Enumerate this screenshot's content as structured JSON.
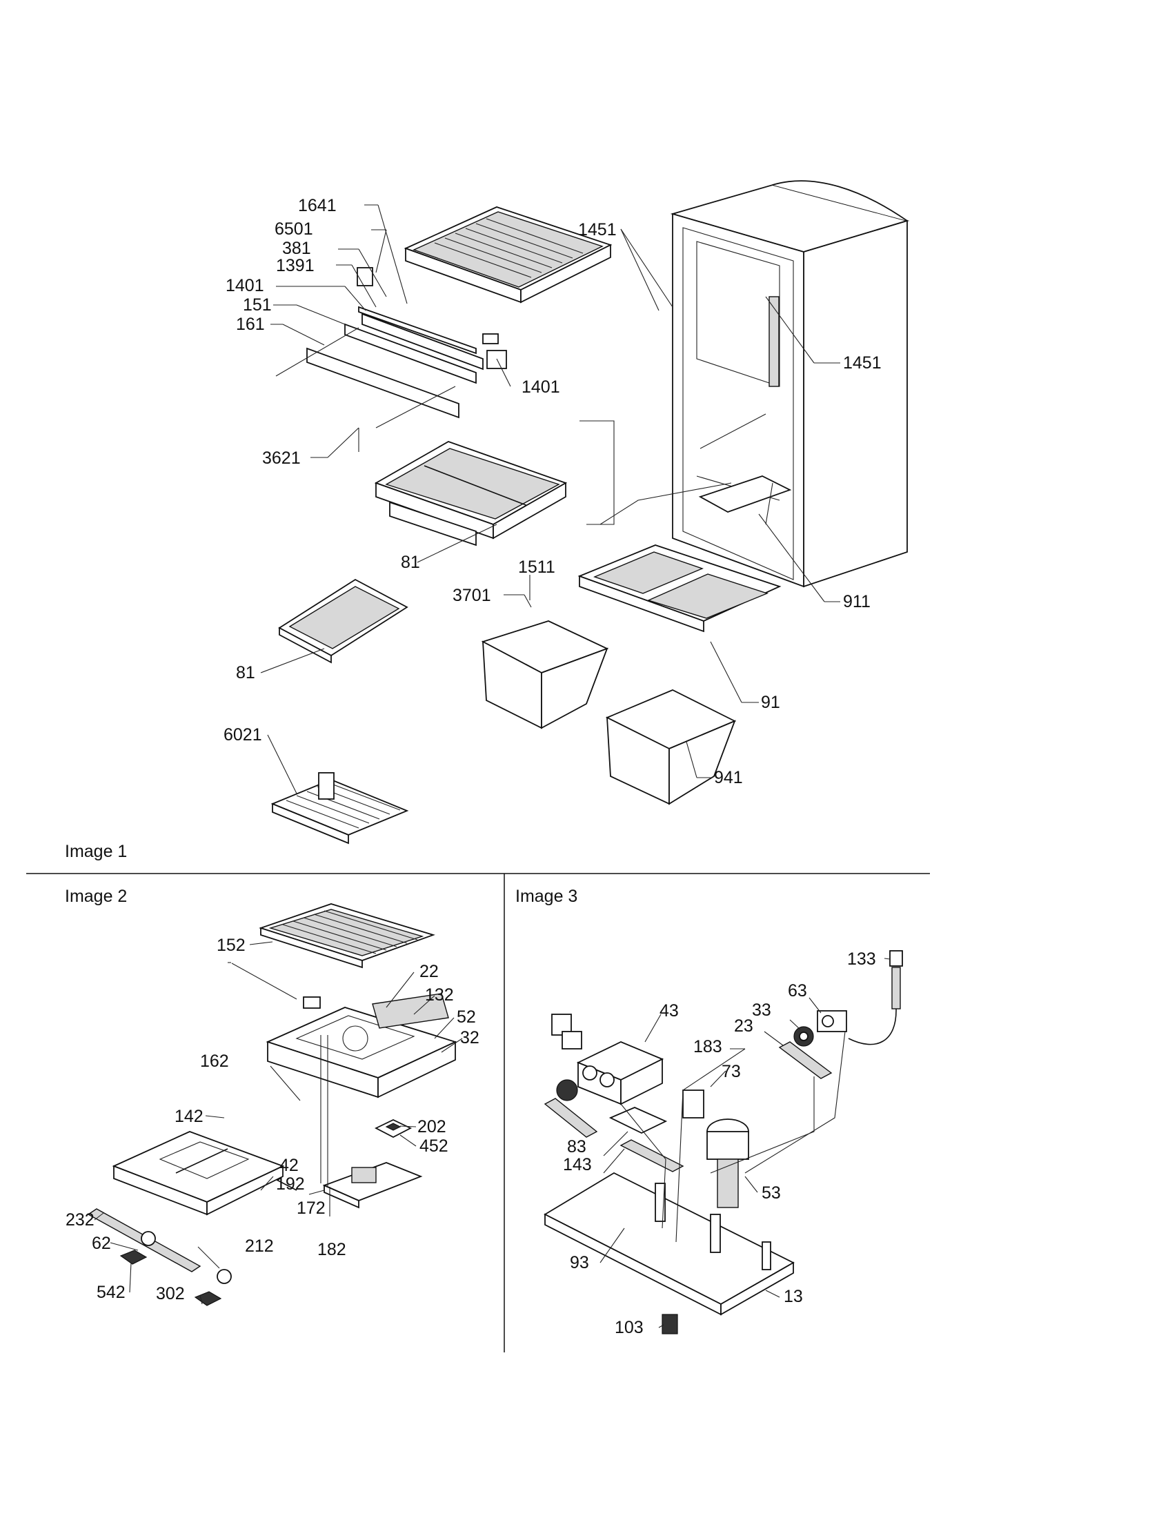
{
  "sections": {
    "image1_title": "Image 1",
    "image2_title": "Image 2",
    "image3_title": "Image 3"
  },
  "labels": {
    "l1641": "1641",
    "l6501": "6501",
    "l381": "381",
    "l1391": "1391",
    "l1401a": "1401",
    "l151": "151",
    "l161": "161",
    "l1401b": "1401",
    "l3621": "3621",
    "l1451a": "1451",
    "l1451b": "1451",
    "l81a": "81",
    "l81b": "81",
    "l1511": "1511",
    "l3701": "3701",
    "l911": "911",
    "l91": "91",
    "l6021": "6021",
    "l941": "941",
    "l152": "152",
    "l22": "22",
    "l132": "132",
    "l52": "52",
    "l32": "32",
    "l162": "162",
    "l142": "142",
    "l202": "202",
    "l452": "452",
    "l42": "42",
    "l192": "192",
    "l172": "172",
    "l232": "232",
    "l182": "182",
    "l62": "62",
    "l212": "212",
    "l542": "542",
    "l302": "302",
    "l133": "133",
    "l63": "63",
    "l43": "43",
    "l33": "33",
    "l23": "23",
    "l183": "183",
    "l73": "73",
    "l83": "83",
    "l143": "143",
    "l53": "53",
    "l93": "93",
    "l13": "13",
    "l103": "103"
  }
}
